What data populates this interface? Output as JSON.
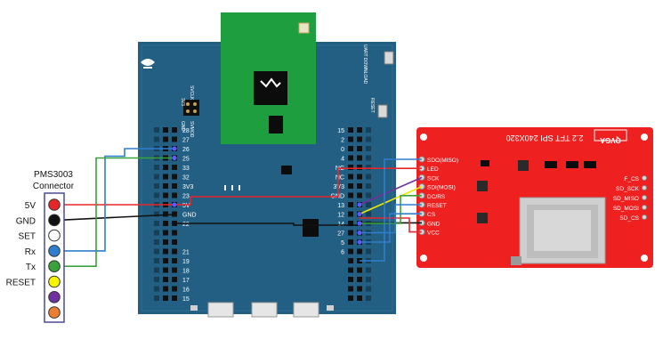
{
  "connector": {
    "title_line1": "PMS3003",
    "title_line2": "Connector",
    "pins": [
      {
        "label": "5V",
        "color": "#e8262a"
      },
      {
        "label": "GND",
        "color": "#111111"
      },
      {
        "label": "SET",
        "color": "#ffffff"
      },
      {
        "label": "Rx",
        "color": "#2e7fd0"
      },
      {
        "label": "Tx",
        "color": "#3aa23a"
      },
      {
        "label": "RESET",
        "color": "#f5f500"
      },
      {
        "label": "",
        "color": "#7030a0"
      },
      {
        "label": "",
        "color": "#ed7d31"
      }
    ]
  },
  "board": {
    "left_header_labels": [
      "28",
      "27",
      "26",
      "25",
      "33",
      "32",
      "3V3",
      "23",
      "5V",
      "GND",
      "22",
      "",
      "",
      "21",
      "19",
      "18",
      "17",
      "16",
      "15"
    ],
    "right_header_labels": [
      "15",
      "2",
      "0",
      "4",
      "NC",
      "NC",
      "3V3",
      "GND",
      "13",
      "12",
      "14",
      "27",
      "5",
      "6",
      "",
      "",
      "",
      "",
      ""
    ],
    "switch_labels": [
      "UART DOWNLOAD",
      "RESET"
    ],
    "jumper_labels": [
      "3V3",
      "SVCLK",
      "GND",
      "SVMOD"
    ]
  },
  "tft": {
    "title": "2.2 TFT SPI 240X320",
    "brand": "QVGA",
    "pins": [
      "SDO(MISO)",
      "LED",
      "SCK",
      "SDI(MOSI)",
      "DC/RS",
      "RESET",
      "CS",
      "GND",
      "VCC"
    ],
    "sd_pins": [
      "F_CS",
      "SD_SCK",
      "SD_MISO",
      "SD_MOSI",
      "SD_CS"
    ]
  },
  "wire_colors": {
    "red": "#e8262a",
    "black": "#111111",
    "blue": "#2e7fd0",
    "green": "#3aa23a",
    "yellow": "#f0e800",
    "purple": "#7030a0",
    "orange": "#ed7d31"
  }
}
